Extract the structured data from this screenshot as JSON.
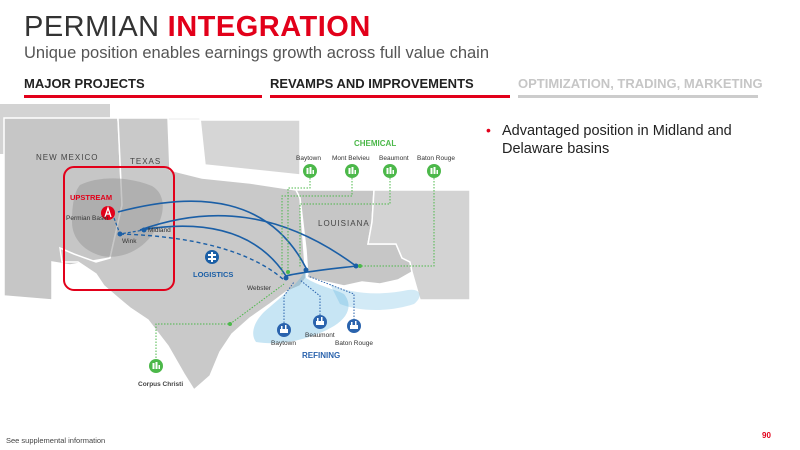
{
  "title": {
    "part1": "PERMIAN",
    "part2": "INTEGRATION"
  },
  "subtitle": "Unique position enables earnings growth across full value chain",
  "tabs": [
    {
      "label": "MAJOR PROJECTS",
      "state": "active"
    },
    {
      "label": "REVAMPS AND IMPROVEMENTS",
      "state": "active"
    },
    {
      "label": "OPTIMIZATION, TRADING, MARKETING",
      "state": "inactive"
    }
  ],
  "map": {
    "states": {
      "new_mexico": "NEW MEXICO",
      "texas": "TEXAS",
      "louisiana": "LOUISIANA"
    },
    "upstream": {
      "label": "UPSTREAM",
      "basin": "Permian Basin"
    },
    "places": {
      "midland": "Midland",
      "wink": "Wink",
      "webster": "Webster",
      "corpus_christi": "Corpus Christi"
    },
    "logistics_label": "LOGISTICS",
    "chemical": {
      "title": "CHEMICAL",
      "sites": [
        "Baytown",
        "Mont Belvieu",
        "Beaumont",
        "Baton Rouge"
      ]
    },
    "refining": {
      "title": "REFINING",
      "sites": [
        "Baytown",
        "Beaumont",
        "Baton Rouge"
      ]
    },
    "colors": {
      "accent": "#e2001a",
      "pipeline": "#1b5fa6",
      "chemical": "#4cb84a",
      "refining": "#2a63ad",
      "land": "#c9c9c9",
      "basin": "#9a9a9a",
      "water": "#5fb4e0"
    }
  },
  "bullets": [
    "Advantaged position in Midland and Delaware basins"
  ],
  "footnote": "See supplemental information",
  "page_number": "90"
}
